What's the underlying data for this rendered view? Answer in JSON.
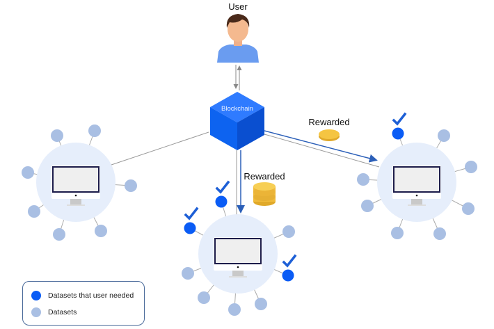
{
  "user": {
    "label": "User"
  },
  "blockchain": {
    "label": "Blockchain"
  },
  "rewards": [
    {
      "label": "Rewarded"
    },
    {
      "label": "Rewarded"
    }
  ],
  "legend": {
    "items": [
      {
        "label": "Datasets that user needed",
        "color": "#0a5cf5"
      },
      {
        "label": "Datasets",
        "color": "#a9bfe3"
      }
    ]
  },
  "colors": {
    "needed": "#0a5cf5",
    "dataset": "#a9bfe3",
    "node_bg": "#e6eefb",
    "cube_top": "#2f7bff",
    "cube_left": "#0d63f0",
    "cube_right": "#0a4fd0",
    "arrow": "#2b5fb8",
    "coin": "#f5c542",
    "check": "#1d5fd6"
  }
}
